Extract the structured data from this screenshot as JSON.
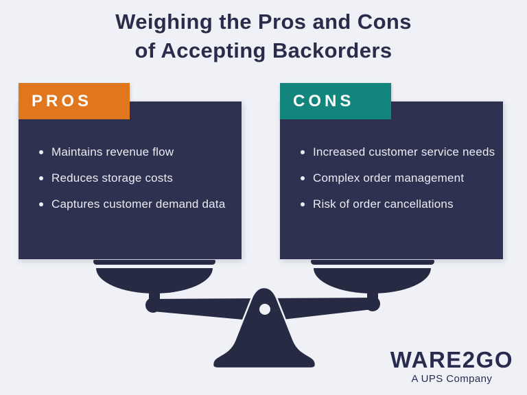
{
  "title": {
    "line1": "Weighing the Pros and Cons",
    "line2": "of Accepting Backorders"
  },
  "pros": {
    "label": "PROS",
    "accent_color": "#E0771F",
    "items": [
      "Maintains revenue flow",
      "Reduces storage costs",
      "Captures customer demand data"
    ]
  },
  "cons": {
    "label": "CONS",
    "accent_color": "#12867C",
    "items": [
      "Increased customer service needs",
      "Complex order management",
      "Risk of order cancellations"
    ]
  },
  "graphics": {
    "scale_icon": "balance-scale"
  },
  "logo": {
    "brand": "WARE2GO",
    "tagline": "A UPS Company"
  },
  "colors": {
    "background": "#EFF1F7",
    "panel": "#2E3150",
    "scale_graphic": "#262A42",
    "title_text": "#2A2D49",
    "bullet_text": "#EAECF3"
  }
}
